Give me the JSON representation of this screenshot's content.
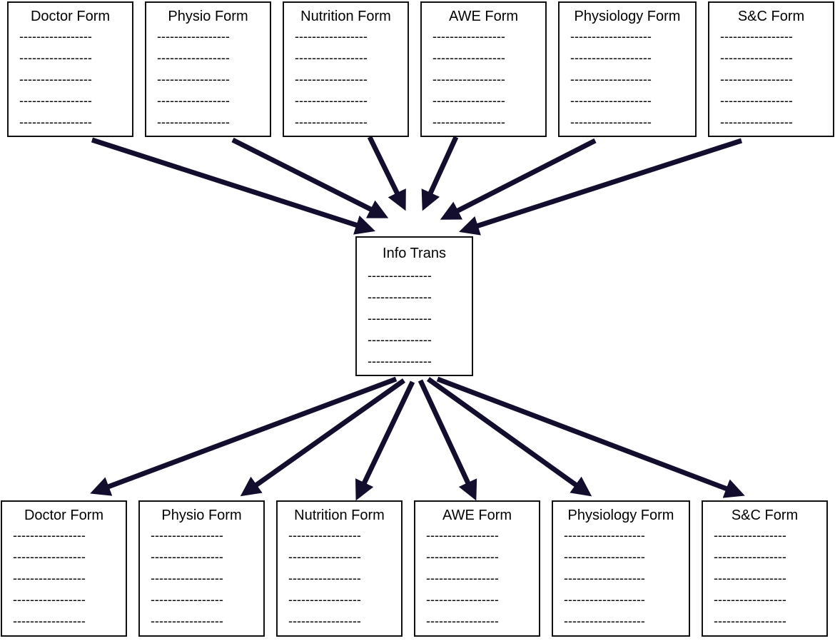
{
  "colors": {
    "arrow": "#130d2e",
    "border": "#111111"
  },
  "top_forms": [
    {
      "title": "Doctor Form",
      "lines": [
        "-----------------",
        "-----------------",
        "-----------------",
        "-----------------",
        "-----------------"
      ]
    },
    {
      "title": "Physio Form",
      "lines": [
        "-----------------",
        "-----------------",
        "-----------------",
        "-----------------",
        "-----------------"
      ]
    },
    {
      "title": "Nutrition Form",
      "lines": [
        "-----------------",
        "-----------------",
        "-----------------",
        "-----------------",
        "-----------------"
      ]
    },
    {
      "title": "AWE Form",
      "lines": [
        "-----------------",
        "-----------------",
        "-----------------",
        "-----------------",
        "-----------------"
      ]
    },
    {
      "title": "Physiology Form",
      "lines": [
        "-------------------",
        "-------------------",
        "-------------------",
        "-------------------",
        "-------------------"
      ]
    },
    {
      "title": "S&C Form",
      "lines": [
        "-----------------",
        "-----------------",
        "-----------------",
        "-----------------",
        "-----------------"
      ]
    }
  ],
  "center": {
    "title": "Info Trans",
    "lines": [
      "---------------",
      "---------------",
      "---------------",
      "---------------",
      "---------------"
    ]
  },
  "bottom_forms": [
    {
      "title": "Doctor Form",
      "lines": [
        "-----------------",
        "-----------------",
        "-----------------",
        "-----------------",
        "-----------------"
      ]
    },
    {
      "title": "Physio Form",
      "lines": [
        "-----------------",
        "-----------------",
        "-----------------",
        "-----------------",
        "-----------------"
      ]
    },
    {
      "title": "Nutrition Form",
      "lines": [
        "-----------------",
        "-----------------",
        "-----------------",
        "-----------------",
        "-----------------"
      ]
    },
    {
      "title": "AWE Form",
      "lines": [
        "-----------------",
        "-----------------",
        "-----------------",
        "-----------------",
        "-----------------"
      ]
    },
    {
      "title": "Physiology Form",
      "lines": [
        "-------------------",
        "-------------------",
        "-------------------",
        "-------------------",
        "-------------------"
      ]
    },
    {
      "title": "S&C Form",
      "lines": [
        "-----------------",
        "-----------------",
        "-----------------",
        "-----------------",
        "-----------------"
      ]
    }
  ]
}
